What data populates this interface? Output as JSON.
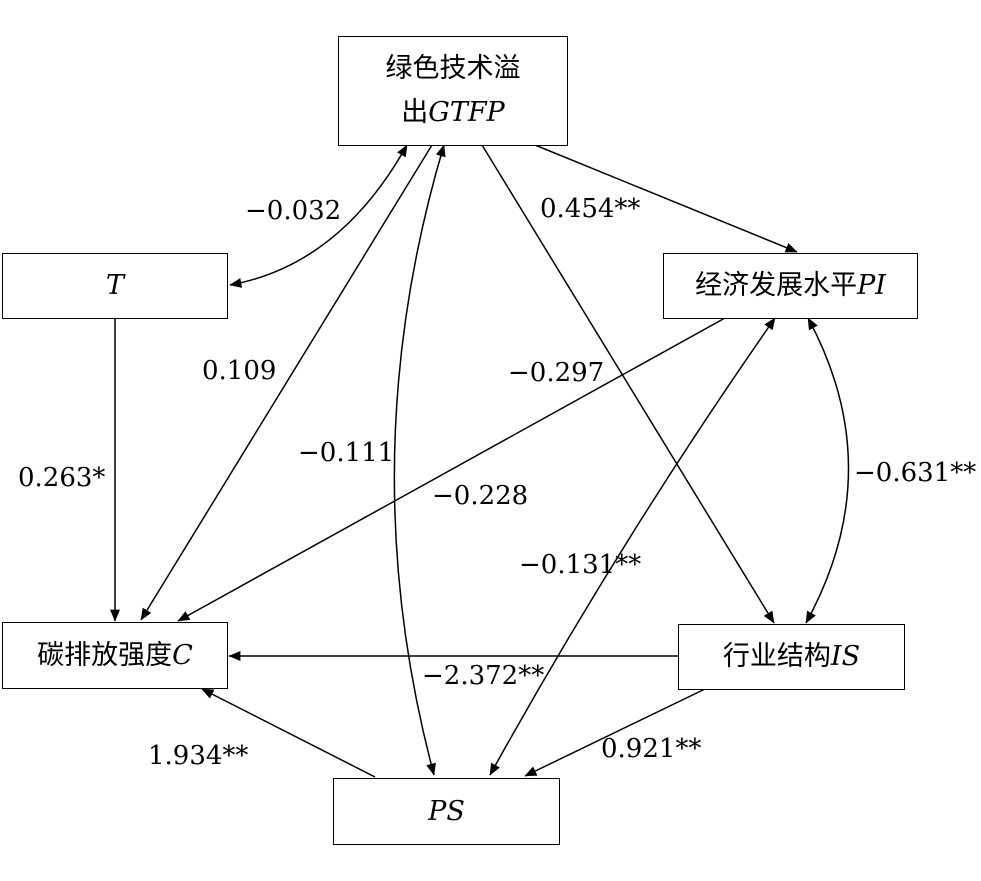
{
  "nodes": {
    "gtfp": {
      "line1": "绿色技术溢",
      "line2_cn": "出",
      "line2_it": "GTFP"
    },
    "t": {
      "label": "T"
    },
    "pi": {
      "cn": "经济发展水平",
      "it": "PI"
    },
    "c": {
      "cn": "碳排放强度",
      "it": "C"
    },
    "is": {
      "cn": "行业结构",
      "it": "IS"
    },
    "ps": {
      "label": "PS"
    }
  },
  "edges": {
    "gtfp_t": "−0.032",
    "gtfp_pi": "0.454**",
    "gtfp_c": "0.109",
    "gtfp_ps": "−0.111",
    "gtfp_is": "−0.297",
    "t_c": "0.263*",
    "pi_c": "−0.228",
    "pi_is": "−0.631**",
    "pi_ps": "−0.131**",
    "is_c": "−2.372**",
    "is_ps": "0.921**",
    "ps_c": "1.934**"
  }
}
